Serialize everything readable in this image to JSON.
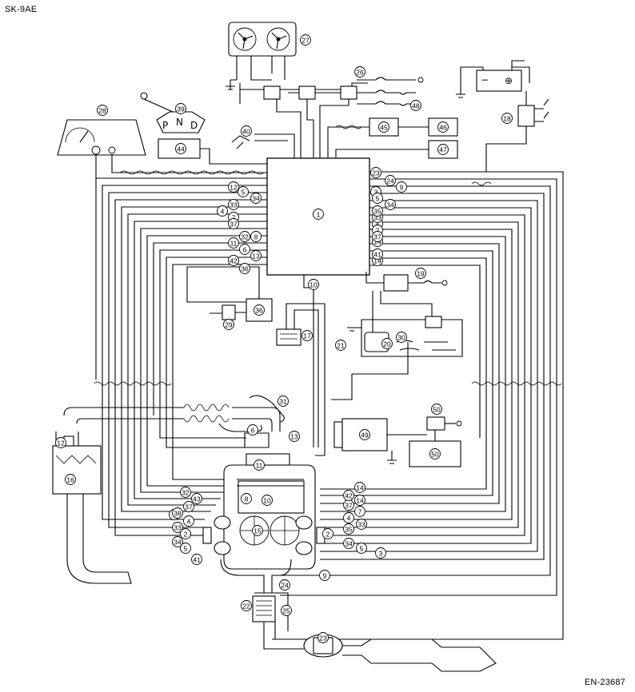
{
  "header": {
    "code": "SK-9AE"
  },
  "footer": {
    "code": "EN-23687"
  },
  "labels": [
    {
      "n": "1"
    },
    {
      "n": "2"
    },
    {
      "n": "2"
    },
    {
      "n": "3"
    },
    {
      "n": "3"
    },
    {
      "n": "4"
    },
    {
      "n": "4"
    },
    {
      "n": "4"
    },
    {
      "n": "4"
    },
    {
      "n": "5"
    },
    {
      "n": "5"
    },
    {
      "n": "5"
    },
    {
      "n": "5"
    },
    {
      "n": "6"
    },
    {
      "n": "6"
    },
    {
      "n": "7"
    },
    {
      "n": "7"
    },
    {
      "n": "7"
    },
    {
      "n": "7"
    },
    {
      "n": "8"
    },
    {
      "n": "8"
    },
    {
      "n": "9"
    },
    {
      "n": "9"
    },
    {
      "n": "10"
    },
    {
      "n": "10"
    },
    {
      "n": "11"
    },
    {
      "n": "11"
    },
    {
      "n": "12"
    },
    {
      "n": "12"
    },
    {
      "n": "13"
    },
    {
      "n": "13"
    },
    {
      "n": "14"
    },
    {
      "n": "14"
    },
    {
      "n": "14"
    },
    {
      "n": "14"
    },
    {
      "n": "15"
    },
    {
      "n": "16"
    },
    {
      "n": "17"
    },
    {
      "n": "18"
    },
    {
      "n": "19"
    },
    {
      "n": "20"
    },
    {
      "n": "21"
    },
    {
      "n": "22"
    },
    {
      "n": "23"
    },
    {
      "n": "23"
    },
    {
      "n": "24"
    },
    {
      "n": "24"
    },
    {
      "n": "25"
    },
    {
      "n": "26"
    },
    {
      "n": "27"
    },
    {
      "n": "28"
    },
    {
      "n": "29"
    },
    {
      "n": "30"
    },
    {
      "n": "31"
    },
    {
      "n": "32"
    },
    {
      "n": "32"
    },
    {
      "n": "33"
    },
    {
      "n": "33"
    },
    {
      "n": "33"
    },
    {
      "n": "33"
    },
    {
      "n": "34"
    },
    {
      "n": "34"
    },
    {
      "n": "34"
    },
    {
      "n": "34"
    },
    {
      "n": "35"
    },
    {
      "n": "35"
    },
    {
      "n": "36"
    },
    {
      "n": "36"
    },
    {
      "n": "37"
    },
    {
      "n": "37"
    },
    {
      "n": "37"
    },
    {
      "n": "37"
    },
    {
      "n": "38"
    },
    {
      "n": "39"
    },
    {
      "n": "40"
    },
    {
      "n": "41"
    },
    {
      "n": "41"
    },
    {
      "n": "42"
    },
    {
      "n": "42"
    },
    {
      "n": "43"
    },
    {
      "n": "44"
    },
    {
      "n": "45"
    },
    {
      "n": "46"
    },
    {
      "n": "47"
    },
    {
      "n": "48"
    },
    {
      "n": "49"
    },
    {
      "n": "50"
    },
    {
      "n": "50"
    }
  ],
  "selector": {
    "p": "P",
    "n": "N",
    "d": "D"
  },
  "battery": {
    "neg": "−",
    "pos": "⊕"
  }
}
